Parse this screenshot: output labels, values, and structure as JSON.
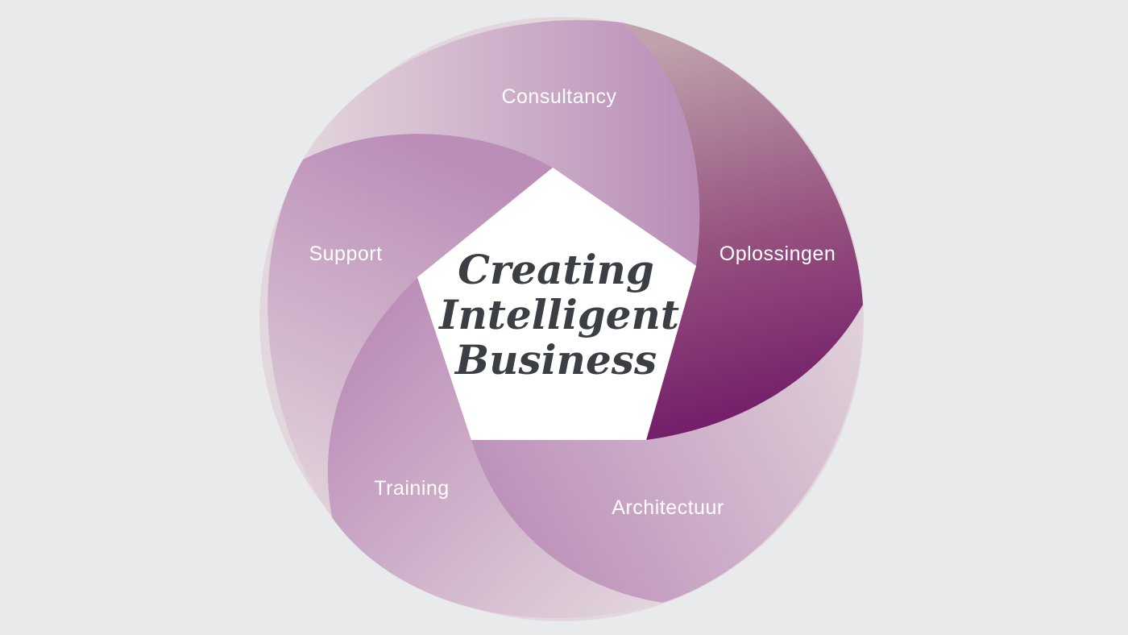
{
  "diagram": {
    "center": {
      "lines": [
        "Creating",
        "Intelligent",
        "Business"
      ]
    },
    "segments": [
      {
        "id": "consultancy",
        "label": "Consultancy"
      },
      {
        "id": "oplossingen",
        "label": "Oplossingen"
      },
      {
        "id": "architectuur",
        "label": "Architectuur"
      },
      {
        "id": "training",
        "label": "Training"
      },
      {
        "id": "support",
        "label": "Support"
      }
    ],
    "colors": {
      "background": "#e9eaec",
      "ring_dark": "#6e1566",
      "ring_mid": "#bb8fb8",
      "ring_light": "#e0d2da",
      "center_fill": "#ffffff",
      "center_text": "#3b3f44",
      "label_text": "#ffffff"
    }
  }
}
